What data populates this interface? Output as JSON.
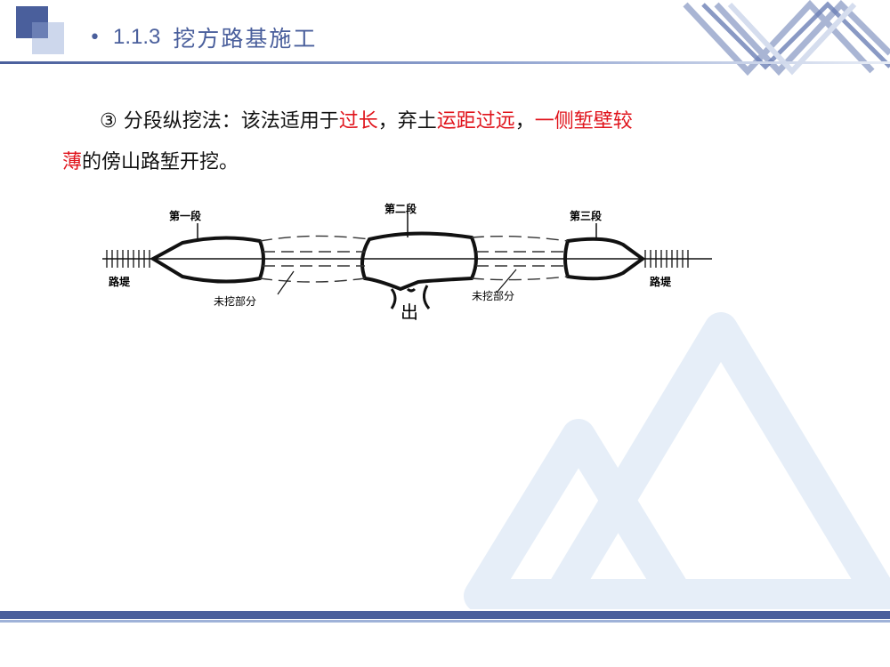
{
  "title": {
    "bullet": "•",
    "number": "1.1.3",
    "text": "挖方路基施工"
  },
  "paragraph": {
    "prefix": "③ 分段纵挖法：该法适用于",
    "red1": "过长",
    "mid1": "，弃土",
    "red2": "运距过远",
    "mid2": "，",
    "red3_line1": "一侧堑壁较",
    "red3_line2": "薄",
    "suffix": "的傍山路堑开挖。"
  },
  "diagram": {
    "label_segment_1": "第一段",
    "label_segment_2": "第二段",
    "label_segment_3": "第三段",
    "label_embankment_left": "路堤",
    "label_embankment_right": "路堤",
    "label_unexcavated_left": "未挖部分",
    "label_unexcavated_right": "未挖部分",
    "label_exit": "出"
  },
  "colors": {
    "accent": "#4a5f9c",
    "highlight": "#e0141c",
    "watermark": "#e6eef8"
  }
}
